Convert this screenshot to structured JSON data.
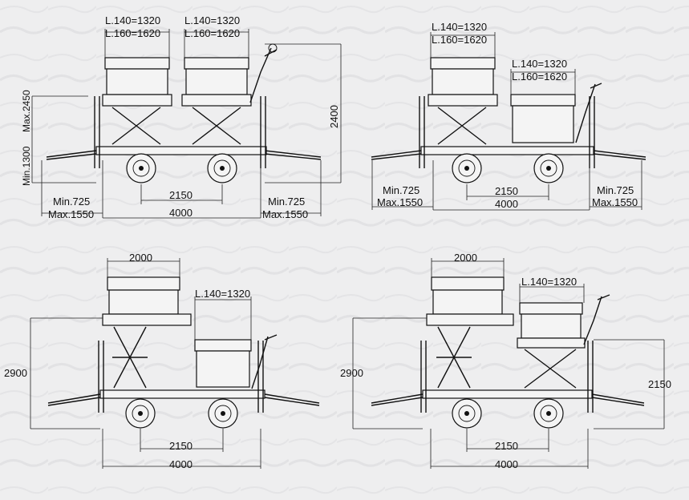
{
  "colors": {
    "background": "#eeeeef",
    "line": "#111111",
    "dimension": "#222222"
  },
  "views": [
    {
      "id": "view-top-left",
      "dims": {
        "platform1_label_a": "L.140=1320",
        "platform1_label_b": "L.160=1620",
        "platform2_label_a": "L.140=1320",
        "platform2_label_b": "L.160=1620",
        "height": "2400",
        "left_height_min": "Min.1300",
        "left_height_max": "Max.2450",
        "ramp_left_min": "Min.725",
        "ramp_left_max": "Max.1550",
        "ramp_right_min": "Min.725",
        "ramp_right_max": "Max.1550",
        "wheelbase": "2150",
        "length": "4000"
      }
    },
    {
      "id": "view-top-right",
      "dims": {
        "platform1_label_a": "L.140=1320",
        "platform1_label_b": "L.160=1620",
        "platform2_label_a": "L.140=1320",
        "platform2_label_b": "L.160=1620",
        "ramp_left_min": "Min.725",
        "ramp_left_max": "Max.1550",
        "ramp_right_min": "Min.725",
        "ramp_right_max": "Max.1550",
        "wheelbase": "2150",
        "length": "4000"
      }
    },
    {
      "id": "view-bottom-left",
      "dims": {
        "platform_width": "2000",
        "platform2_label": "L.140=1320",
        "height": "2900",
        "wheelbase": "2150",
        "length": "4000"
      }
    },
    {
      "id": "view-bottom-right",
      "dims": {
        "platform_width": "2000",
        "platform2_label": "L.140=1320",
        "height": "2900",
        "height_right": "2150",
        "wheelbase": "2150",
        "length": "4000"
      }
    }
  ]
}
